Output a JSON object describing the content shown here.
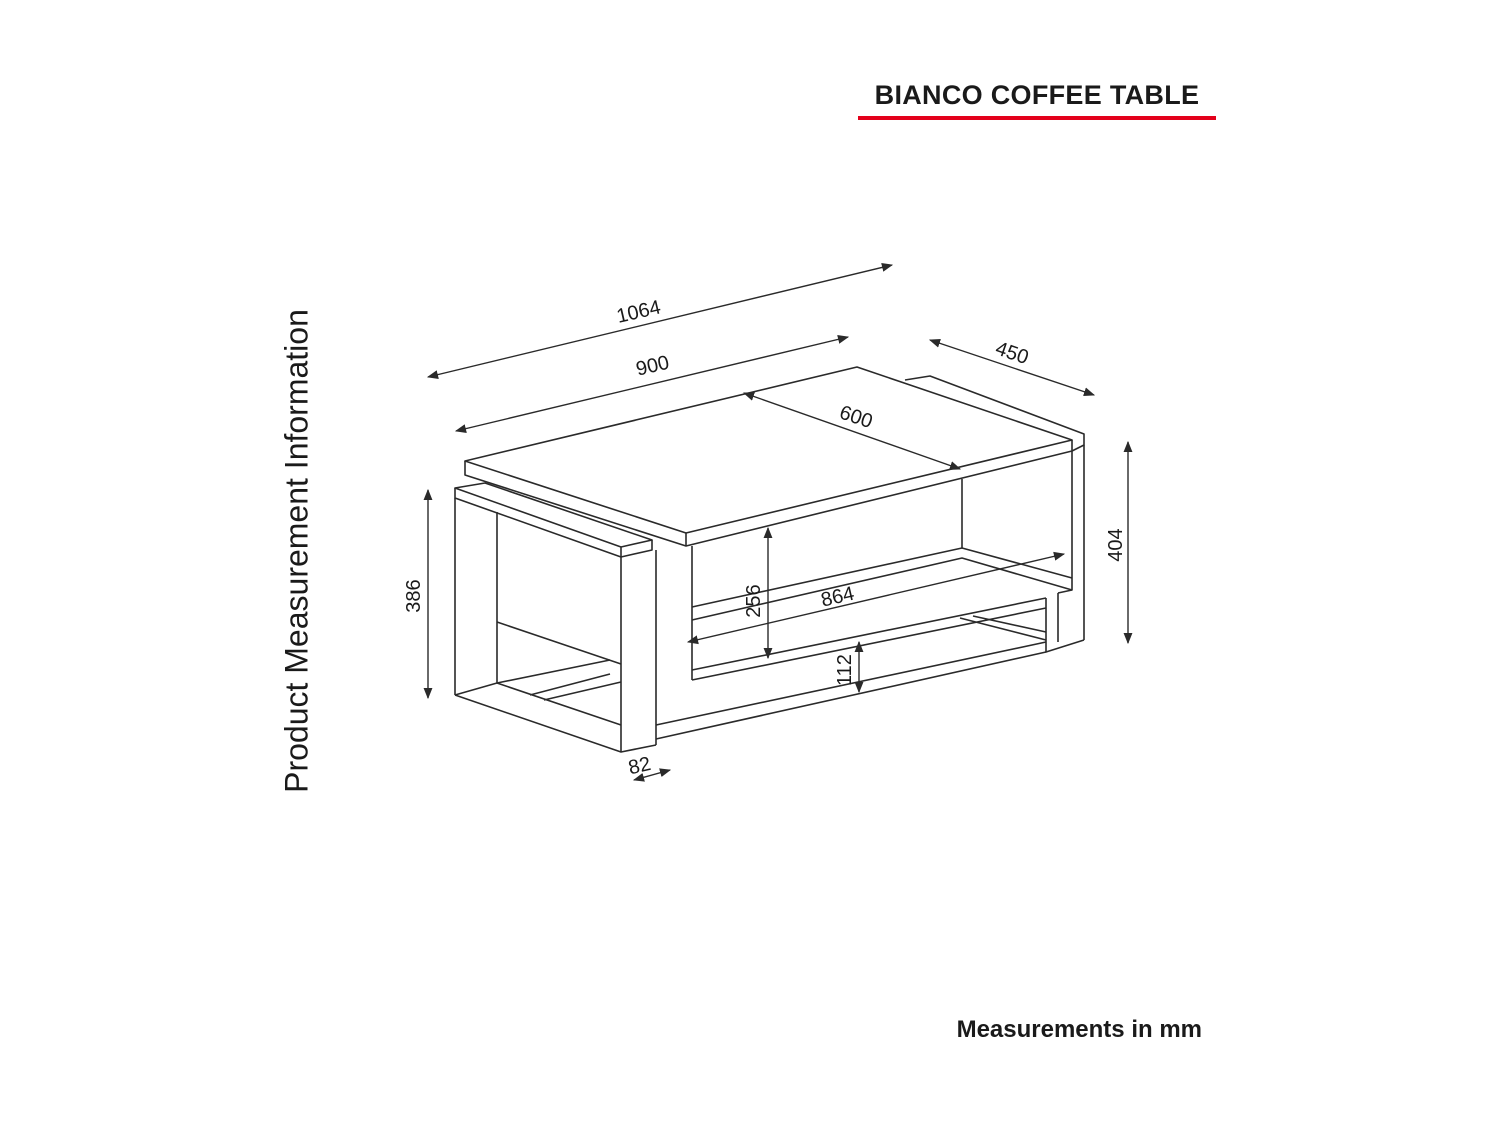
{
  "title": "BIANCO COFFEE TABLE",
  "side_caption": "Product Measurement Information",
  "footer": "Measurements in mm",
  "accent_color": "#e3001b",
  "dimensions": {
    "overall_length": "1064",
    "top_length": "900",
    "depth": "450",
    "inner_top": "600",
    "height_right": "404",
    "height_left": "386",
    "shelf_gap": "256",
    "shelf_length": "864",
    "bottom_gap": "112",
    "leg_width": "82"
  }
}
